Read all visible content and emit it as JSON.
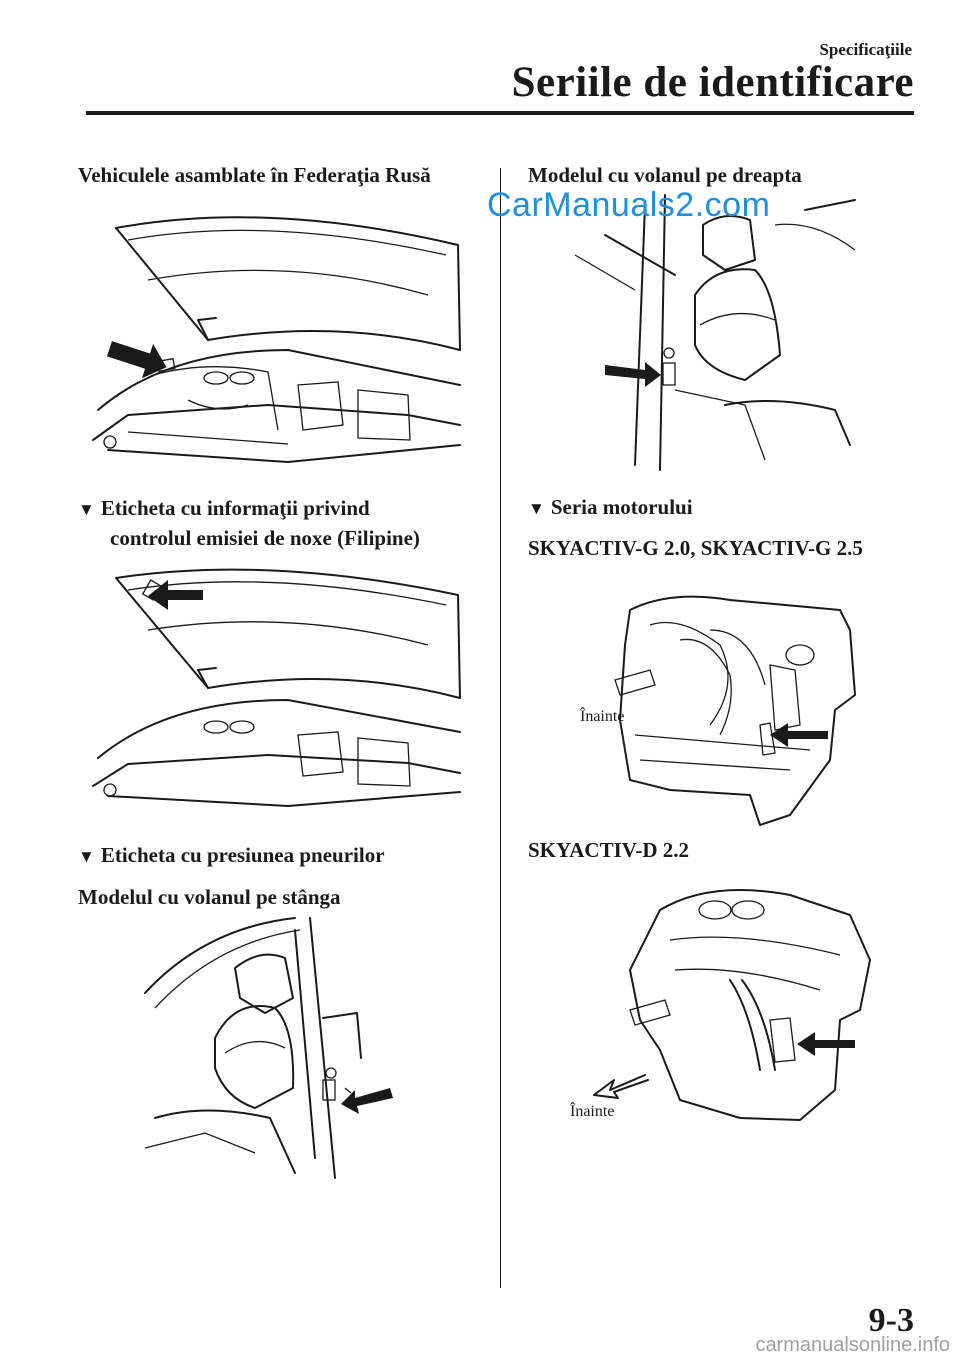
{
  "header": {
    "section": "Specificaţiile",
    "title": "Seriile de identificare"
  },
  "left_column": {
    "heading_russia": "Vehiculele asamblate în Federaţia Rusă",
    "heading_emission_line1": "Eticheta cu informaţii privind",
    "heading_emission_line2": "controlul emisiei de noxe (Filipine)",
    "heading_tire": "Eticheta cu presiunea pneurilor",
    "heading_left_drive": "Modelul cu volanul pe stânga"
  },
  "right_column": {
    "heading_right_drive": "Modelul cu volanul pe dreapta",
    "heading_engine": "Seria motorului",
    "engine_g": "SKYACTIV-G 2.0, SKYACTIV-G 2.5",
    "engine_d": "SKYACTIV-D 2.2",
    "caption_forward_g": "Înainte",
    "caption_forward_d": "Înainte"
  },
  "bullet_glyph": "▼",
  "footer": {
    "page_number": "9-3"
  },
  "watermarks": {
    "top": "CarManuals2.com",
    "bottom": "carmanualsonline.info"
  }
}
